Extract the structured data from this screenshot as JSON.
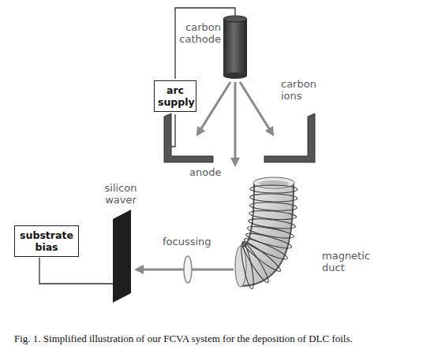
{
  "diagram": {
    "caption": "Fig. 1. Simplified illustration of our FCVA system for the deposition of DLC foils.",
    "nodes": [
      {
        "text": [
          "arc supply"
        ]
      },
      {
        "text": [
          "substrate bias"
        ]
      }
    ],
    "labels": [
      "carbon cathode",
      "carbon ions",
      "anode",
      "magnetic duct",
      "focussing",
      "silicon waver"
    ]
  }
}
